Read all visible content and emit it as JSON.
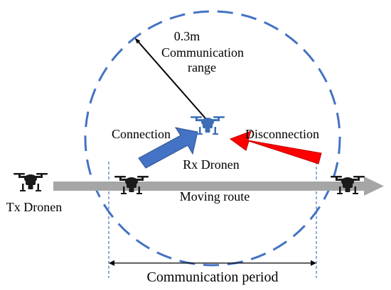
{
  "labels": {
    "range_value": "0.3m",
    "range_line1": "Communication",
    "range_line2": "range",
    "connection": "Connection",
    "disconnection": "Disconnection",
    "rx_drone": "Rx Dronen",
    "tx_drone": "Tx Dronen",
    "moving_route": "Moving route",
    "period": "Communication period"
  },
  "colors": {
    "range_circle": "#4472C4",
    "connection_arrow": "#4472C4",
    "disconnection_arrow": "#FF0000",
    "route_arrow": "#A6A6A6",
    "drone_tx": "#1a1a1a",
    "drone_rx": "#3D6FB6",
    "boundary_line": "#4472C4"
  },
  "icons": {
    "drone": "drone-icon"
  }
}
